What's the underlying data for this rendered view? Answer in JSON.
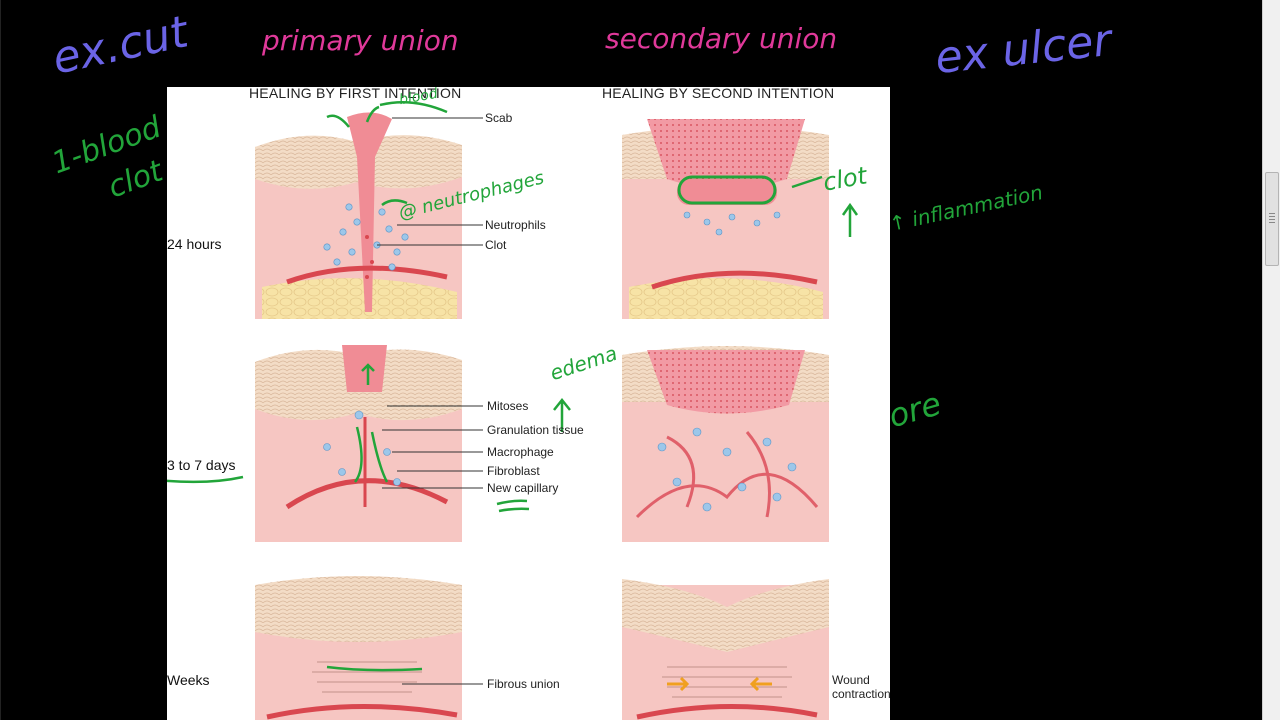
{
  "annotations": {
    "primary": "primary union",
    "secondary": "secondary union",
    "ex_cut": "ex.cut",
    "ex_ulcer": "ex ulcer",
    "blood_clot_1": "1-blood",
    "blood_clot_2": "clot",
    "blood_note": "blood",
    "neutrophils_note": "@ neutrophages",
    "clot_note": "clot",
    "inflammation": "↑ inflammation",
    "edema": "edema",
    "more": "more"
  },
  "figure": {
    "title_left": "HEALING BY FIRST INTENTION",
    "title_right": "HEALING BY SECOND INTENTION",
    "rows": [
      "24 hours",
      "3 to 7 days",
      "Weeks"
    ],
    "labels": {
      "scab": "Scab",
      "neutrophils": "Neutrophils",
      "clot": "Clot",
      "mitoses": "Mitoses",
      "granulation": "Granulation tissue",
      "macrophage": "Macrophage",
      "fibroblast": "Fibroblast",
      "capillary": "New capillary",
      "fibrous": "Fibrous union",
      "wound1": "Wound",
      "wound2": "contraction"
    }
  },
  "colors": {
    "pink_ink": "#e0399a",
    "blue_ink": "#6b64e6",
    "green_ink": "#22a53a"
  }
}
